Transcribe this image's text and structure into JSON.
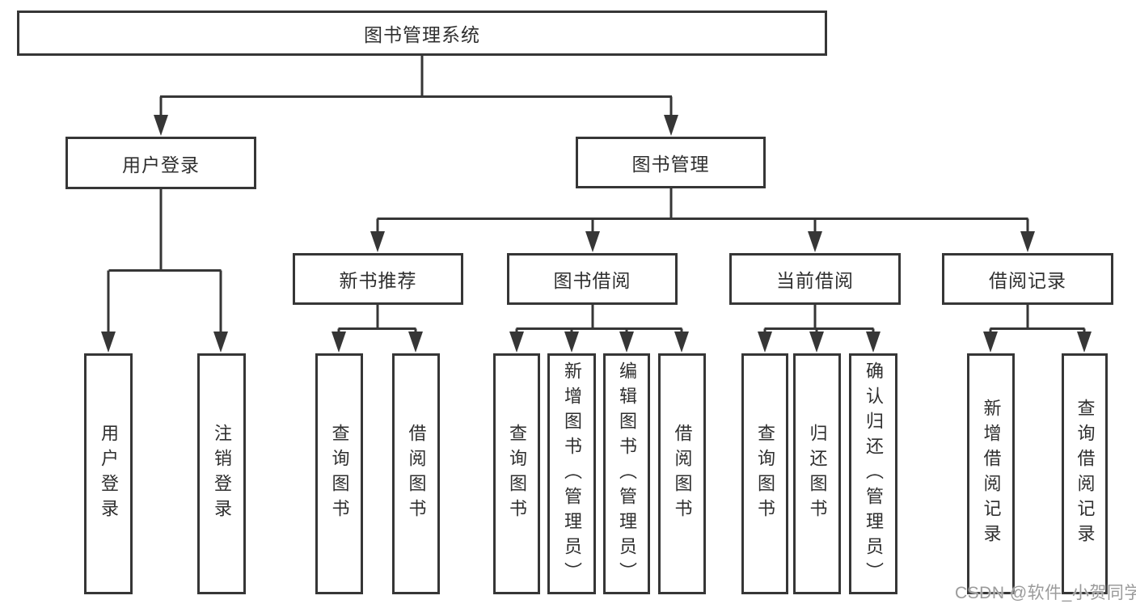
{
  "tree": {
    "root": "图书管理系统",
    "branches": [
      {
        "label": "用户登录",
        "leaves": [
          "用户登录",
          "注销登录"
        ]
      },
      {
        "label": "图书管理",
        "groups": [
          {
            "label": "新书推荐",
            "leaves": [
              "查询图书",
              "借阅图书"
            ]
          },
          {
            "label": "图书借阅",
            "leaves": [
              "查询图书",
              "新增图书（管理员）",
              "编辑图书（管理员）",
              "借阅图书"
            ]
          },
          {
            "label": "当前借阅",
            "leaves": [
              "查询图书",
              "归还图书",
              "确认归还（管理员）"
            ]
          },
          {
            "label": "借阅记录",
            "leaves": [
              "新增借阅记录",
              "查询借阅记录"
            ]
          }
        ]
      }
    ]
  },
  "watermark": {
    "text": "CSDN @软件_小贺同学"
  },
  "colors": {
    "line": "#363636",
    "box_border": "#363636",
    "text": "#2f2f2f",
    "watermark": "#9b9b9b",
    "background": "#ffffff"
  }
}
